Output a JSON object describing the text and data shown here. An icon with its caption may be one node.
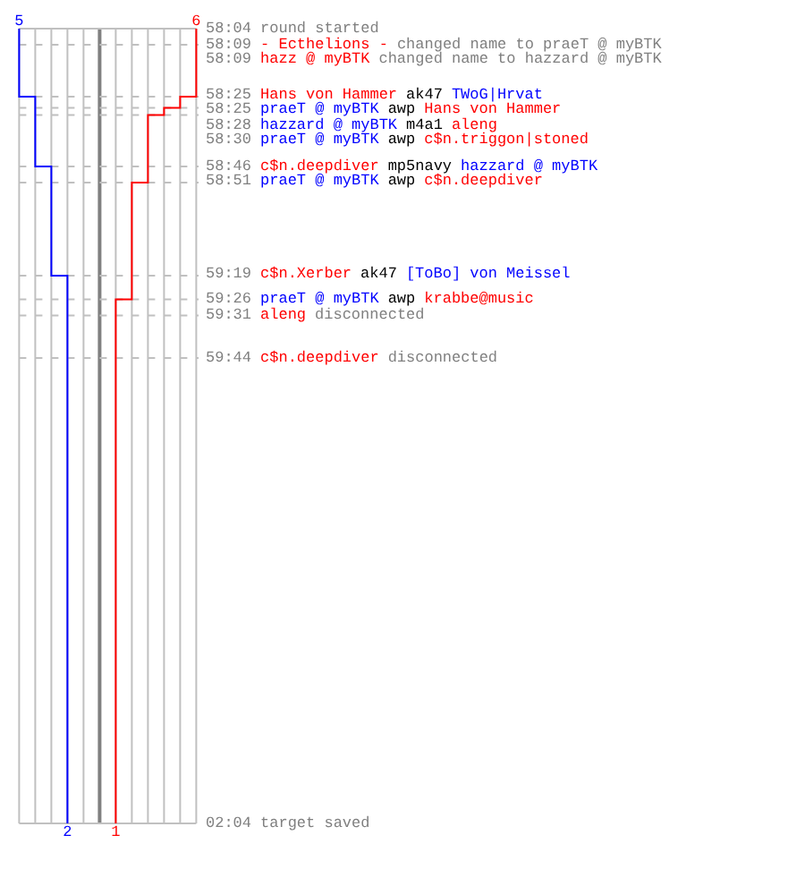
{
  "diagram": {
    "labels": [
      "5",
      "6",
      "58:04",
      "round started",
      "58:09",
      "- Ecthelions -",
      "changed name to praeT @ myBTK",
      "58:09",
      "hazz @ myBTK",
      "changed name to hazzard @ myBTK",
      "58:25",
      "Hans von Hammer",
      "ak47",
      "TWoG|Hrvat",
      "58:25",
      "praeT @ myBTK",
      "awp",
      "Hans von Hammer",
      "58:28",
      "hazzard @ myBTK",
      "m4a1",
      "aleng",
      "58:30",
      "praeT @ myBTK",
      "awp",
      "c$n.triggon|stoned",
      "58:46",
      "c$n.deepdiver",
      "mp5navy",
      "hazzard @ myBTK",
      "58:51",
      "praeT @ myBTK",
      "awp",
      "c$n.deepdiver",
      "59:19",
      "c$n.Xerber",
      "ak47",
      "[ToBo] von Meissel",
      "59:26",
      "praeT @ myBTK",
      "awp",
      "krabbe@music",
      "59:31",
      "aleng",
      "disconnected",
      "59:44",
      "c$n.deepdiver",
      "disconnected",
      "2",
      "1",
      "02:04",
      "target saved"
    ]
  }
}
